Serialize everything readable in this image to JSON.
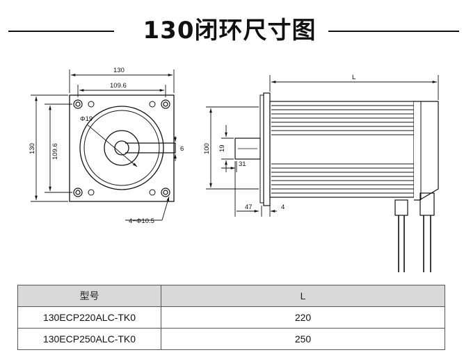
{
  "title": "130闭环尺寸图",
  "front_view": {
    "dims": {
      "outer_width": "130",
      "inner_width": "109.6",
      "outer_height": "130",
      "inner_height": "109.6",
      "shaft_dia": "Φ19",
      "key": "6",
      "holes": "4−Φ10.5"
    }
  },
  "side_view": {
    "dims": {
      "length": "L",
      "pilot": "100",
      "shaft": "19",
      "key_len": "31",
      "shaft_len": "47",
      "flange": "4"
    }
  },
  "table": {
    "headers": [
      "型号",
      "L"
    ],
    "rows": [
      {
        "model": "130ECP220ALC-TK0",
        "L": "220"
      },
      {
        "model": "130ECP250ALC-TK0",
        "L": "250"
      }
    ]
  }
}
